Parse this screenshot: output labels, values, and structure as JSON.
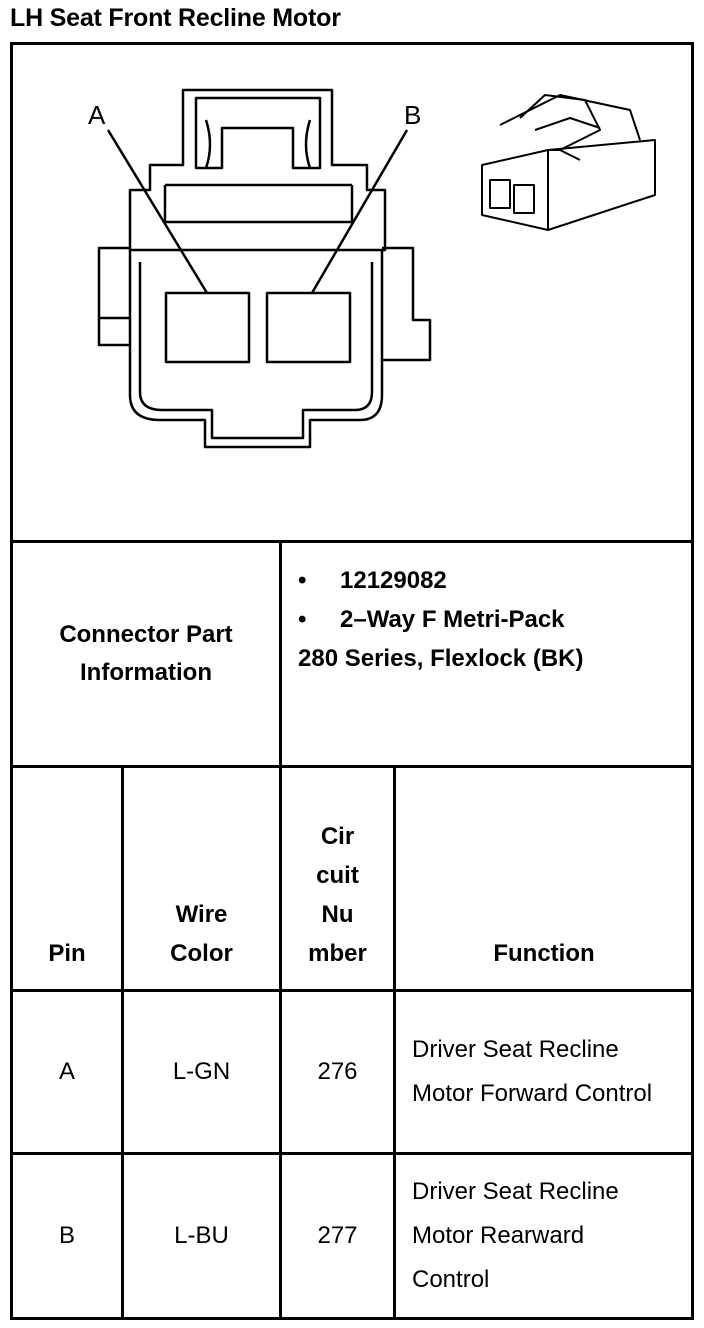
{
  "title": "LH Seat Front Recline Motor",
  "diagram": {
    "callouts": [
      "A",
      "B"
    ]
  },
  "connector_info": {
    "label": "Connector Part Information",
    "items": [
      "12129082",
      "2–Way F Metri-Pack"
    ],
    "continuation": "280 Series, Flexlock (BK)"
  },
  "table": {
    "headers": {
      "pin": "Pin",
      "wire_color": "Wire Color",
      "circuit_number": "Cir cuit Nu mber",
      "function": "Function"
    },
    "rows": [
      {
        "pin": "A",
        "wire_color": "L-GN",
        "circuit": "276",
        "function": "Driver Seat Recline Motor Forward Control"
      },
      {
        "pin": "B",
        "wire_color": "L-BU",
        "circuit": "277",
        "function": "Driver Seat Recline Motor Rearward Control"
      }
    ]
  }
}
